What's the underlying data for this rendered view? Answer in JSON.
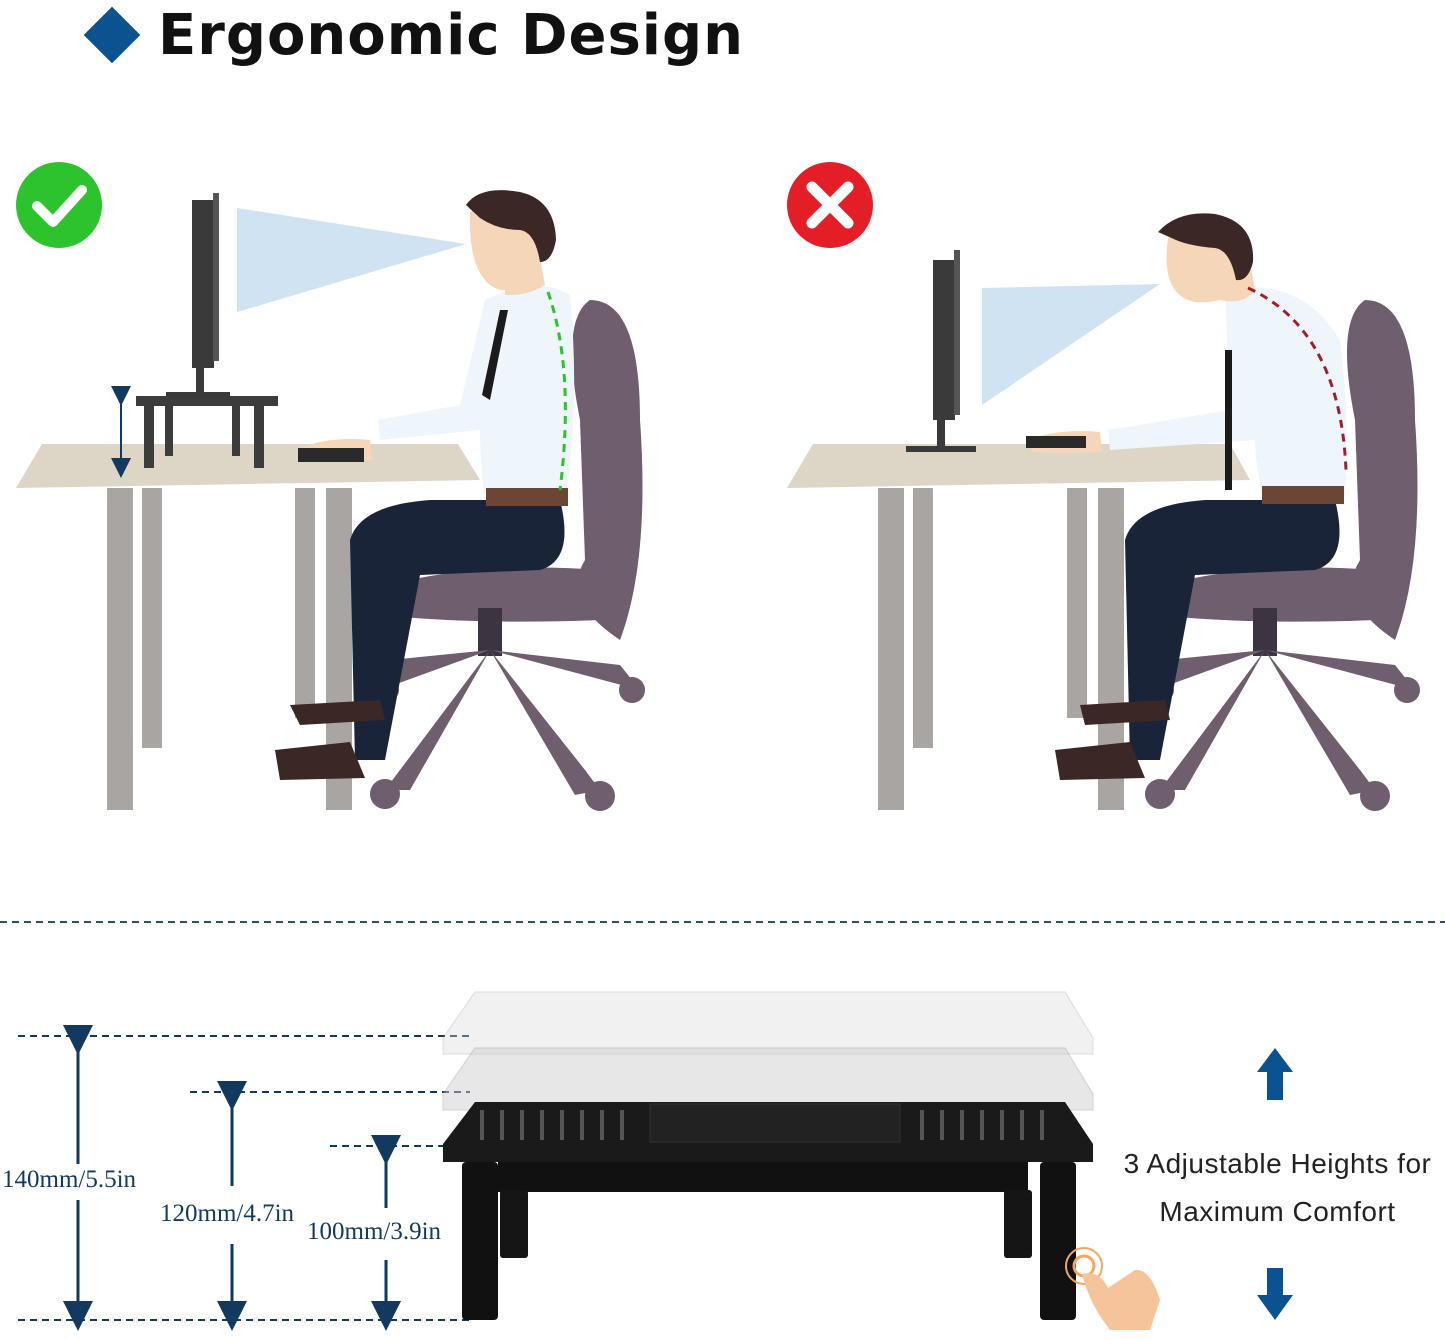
{
  "title": "Ergonomic Design",
  "panels": {
    "good": {
      "status_icon": "checkmark-icon",
      "color": "#2cc32c"
    },
    "bad": {
      "status_icon": "x-icon",
      "color": "#e41e26"
    }
  },
  "heights": [
    {
      "label": "140mm/5.5in"
    },
    {
      "label": "120mm/4.7in"
    },
    {
      "label": "100mm/3.9in"
    }
  ],
  "caption": {
    "line1": "3 Adjustable Heights for",
    "line2": "Maximum Comfort"
  },
  "colors": {
    "accent": "#0b5390",
    "desk": "#ddd6c6",
    "leg": "#a9a5a3",
    "chair": "#6e5e6e",
    "shirt": "#eef6fb",
    "pants": "#1a2438"
  }
}
